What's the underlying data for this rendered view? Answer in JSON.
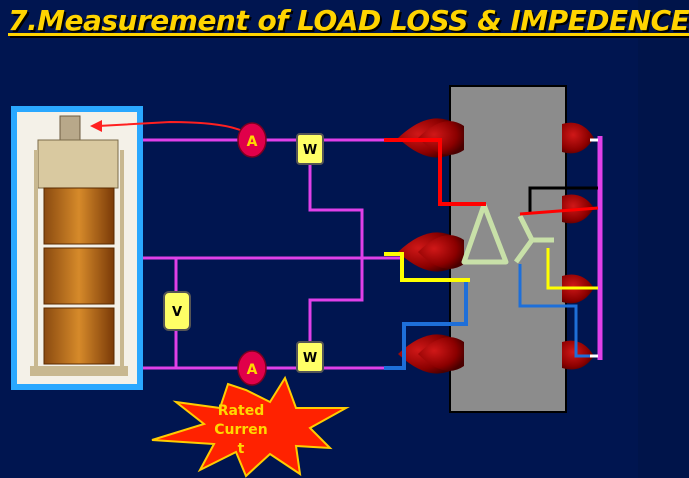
{
  "title": "7.Measurement of LOAD LOSS & IMPEDENCE",
  "meters": {
    "ammeter_top": "A",
    "ammeter_bottom": "A",
    "wattmeter_top": "W",
    "wattmeter_bottom": "W",
    "voltmeter": "V"
  },
  "burst_lines": [
    "Rated",
    "Curren",
    "t"
  ],
  "colors": {
    "background": "#001550",
    "title": "#ffd400",
    "wire_magenta": "#e040e8",
    "wire_red": "#ff0000",
    "wire_yellow": "#ffff00",
    "wire_blue": "#1e6fd9",
    "wire_black": "#000000",
    "transformer_body": "#8c8c8c",
    "bushing": "#8b0000",
    "ammeter": "#e0004a",
    "wattmeter": "#ffff66",
    "burst": "#ff2200"
  }
}
